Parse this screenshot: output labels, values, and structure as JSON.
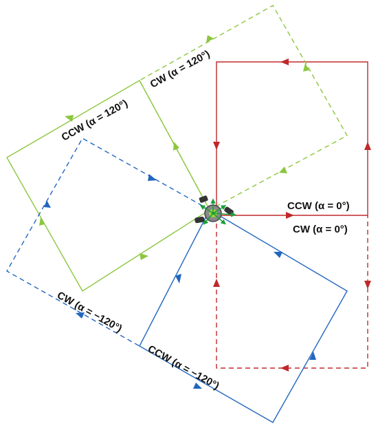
{
  "colors": {
    "red": "#c0282a",
    "blue": "#2166c0",
    "green": "#8cc63f",
    "arrow_green": "#1b9e3a"
  },
  "labels": {
    "red_ccw": "CCW (α = 0°)",
    "red_cw": "CW (α = 0°)",
    "green_ccw": "CCW (α = 120°)",
    "green_cw": "CW (α = 120°)",
    "blue_cw": "CW (α = −120°)",
    "blue_ccw": "CCW (α = −120°)"
  },
  "icons": {
    "robot": "three-wheeled-omni-robot-icon"
  }
}
